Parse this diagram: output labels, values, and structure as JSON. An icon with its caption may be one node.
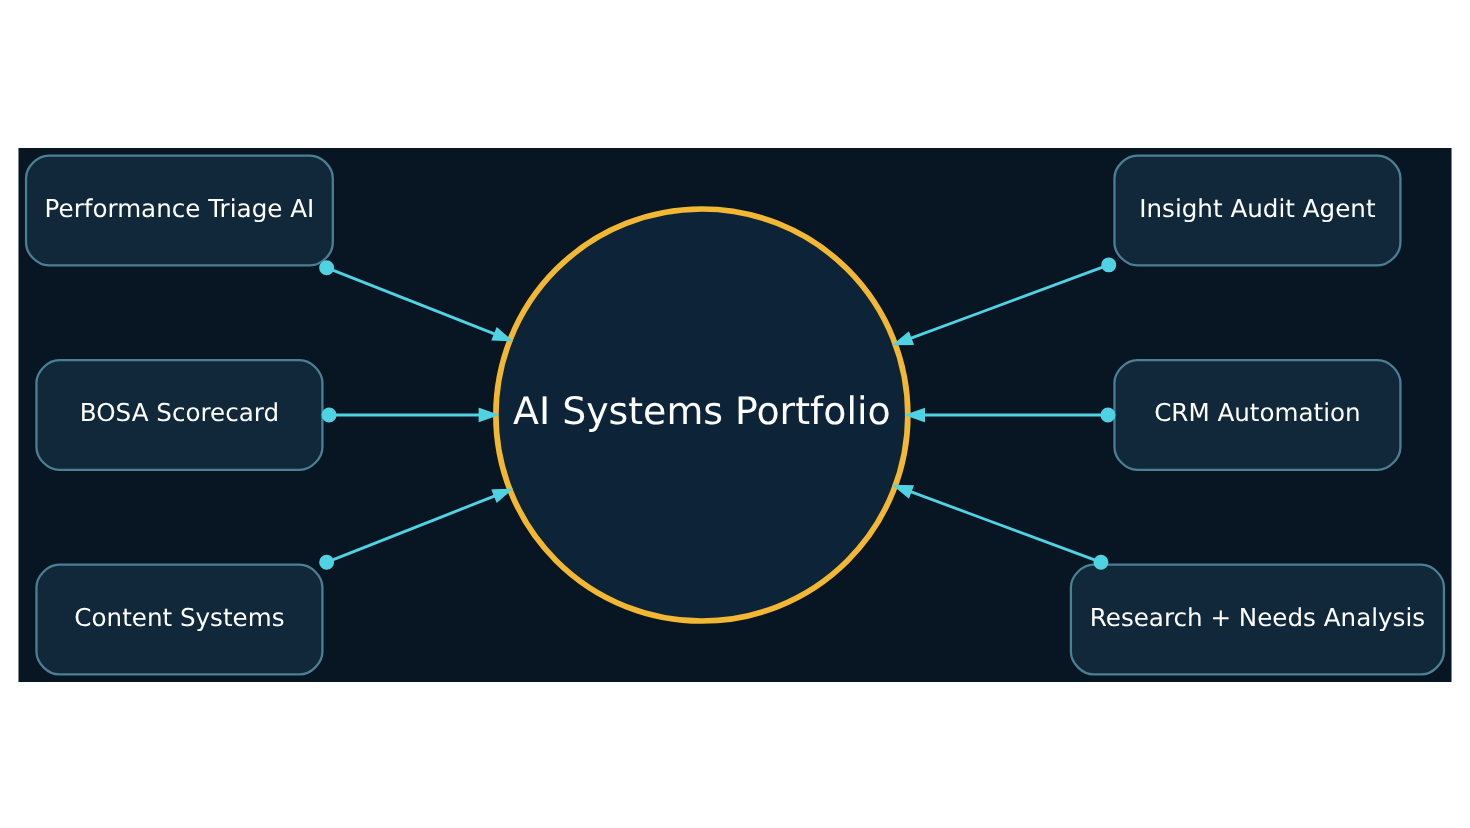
{
  "diagram": {
    "nodes": [
      {
        "text": [
          "Performance Triage AI"
        ]
      },
      {
        "text": [
          "Insight Audit Agent"
        ]
      },
      {
        "text": [
          "BOSA Scorecard"
        ]
      },
      {
        "text": [
          "AI Systems Portfolio"
        ]
      },
      {
        "text": [
          "CRM Automation"
        ]
      },
      {
        "text": [
          "Content Systems"
        ]
      },
      {
        "text": [
          "Research + Needs Analysis"
        ]
      }
    ],
    "edges": [
      {
        "from": 0,
        "to": 3,
        "arrow": "to"
      },
      {
        "from": 1,
        "to": 3,
        "arrow": "to"
      },
      {
        "from": 2,
        "to": 3,
        "arrow": "to"
      },
      {
        "from": 4,
        "to": 3,
        "arrow": "to"
      },
      {
        "from": 5,
        "to": 3,
        "arrow": "to"
      },
      {
        "from": 6,
        "to": 3,
        "arrow": "to"
      }
    ]
  }
}
